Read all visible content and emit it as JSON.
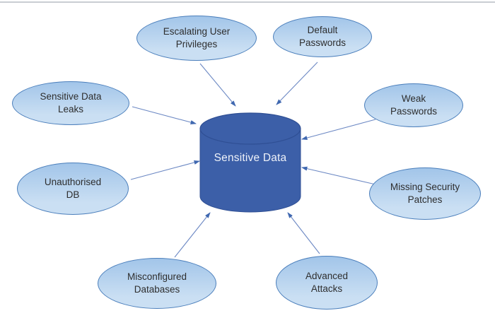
{
  "diagram": {
    "type": "radial-threat-diagram",
    "center": {
      "label": "Sensitive Data",
      "shape": "database-cylinder"
    },
    "nodes": [
      {
        "id": "escalating-user-privileges",
        "label": "Escalating User\nPrivileges"
      },
      {
        "id": "default-passwords",
        "label": "Default\nPasswords"
      },
      {
        "id": "sensitive-data-leaks",
        "label": "Sensitive Data\nLeaks"
      },
      {
        "id": "weak-passwords",
        "label": "Weak\nPasswords"
      },
      {
        "id": "unauthorised-db",
        "label": "Unauthorised\nDB"
      },
      {
        "id": "missing-security-patches",
        "label": "Missing Security\nPatches"
      },
      {
        "id": "misconfigured-databases",
        "label": "Misconfigured\nDatabases"
      },
      {
        "id": "advanced-attacks",
        "label": "Advanced\nAttacks"
      }
    ],
    "colors": {
      "background": "#ffffff",
      "top_rule": "#c9cdd2",
      "node_fill_top": "#a2c5e9",
      "node_fill_bottom": "#cadff3",
      "node_border": "#4a7ebb",
      "node_text": "#2e2e2e",
      "cylinder_fill": "#3c5fa8",
      "cylinder_edge": "#2f4f94",
      "cylinder_text": "#eef2f9",
      "arrow_line": "#6d89c4",
      "arrow_head": "#4068b0"
    }
  }
}
